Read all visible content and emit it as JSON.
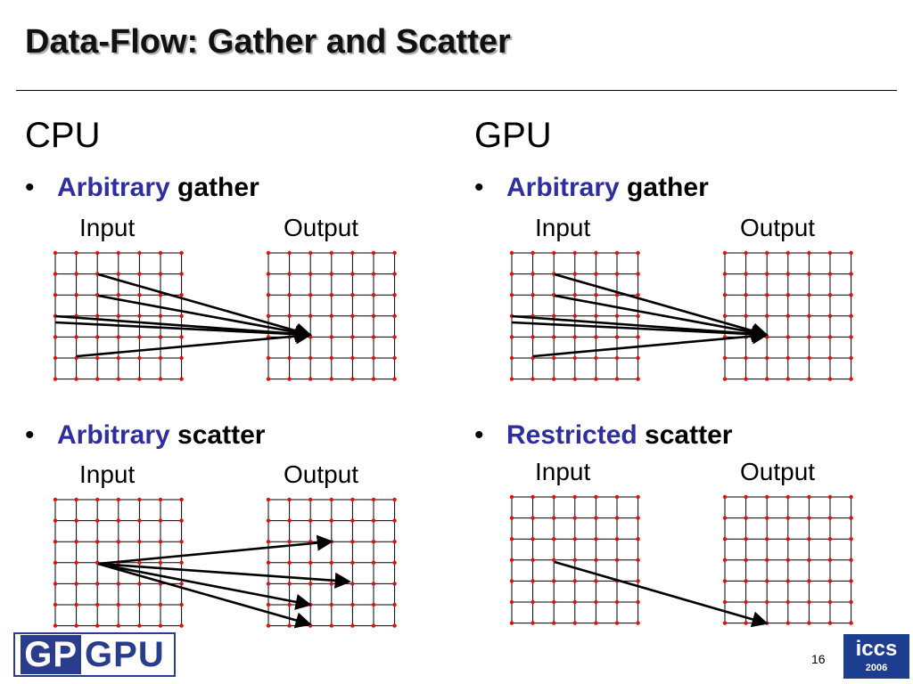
{
  "slide": {
    "title": "Data-Flow: Gather and Scatter",
    "page_number": "16"
  },
  "columns": {
    "cpu": {
      "heading": "CPU",
      "gather": {
        "keyword": "Arbitrary",
        "rest": " gather",
        "input_label": "Input",
        "output_label": "Output"
      },
      "scatter": {
        "keyword": "Arbitrary",
        "rest": " scatter",
        "input_label": "Input",
        "output_label": "Output"
      }
    },
    "gpu": {
      "heading": "GPU",
      "gather": {
        "keyword": "Arbitrary",
        "rest": " gather",
        "input_label": "Input",
        "output_label": "Output"
      },
      "scatter": {
        "keyword": "Restricted",
        "rest": " scatter",
        "input_label": "Input",
        "output_label": "Output"
      }
    }
  },
  "logos": {
    "left": {
      "part1": "GP",
      "part2": "GPU",
      "color": "#2a3d8c"
    },
    "right": {
      "name": "iccs",
      "year": "2006",
      "color": "#1d3e8f"
    }
  },
  "colors": {
    "keyword": "#2e2e9e",
    "grid_dot": "#e01010",
    "grid_line": "#000000"
  },
  "diagrams": {
    "grid_cells": 6,
    "cpu_gather": {
      "arrow_count": 5,
      "direction": "many-inputs-to-one-output"
    },
    "gpu_gather": {
      "arrow_count": 5,
      "direction": "many-inputs-to-one-output"
    },
    "cpu_scatter": {
      "arrow_count": 4,
      "direction": "one-input-to-many-outputs"
    },
    "gpu_scatter": {
      "arrow_count": 1,
      "direction": "one-input-to-one-output"
    }
  }
}
